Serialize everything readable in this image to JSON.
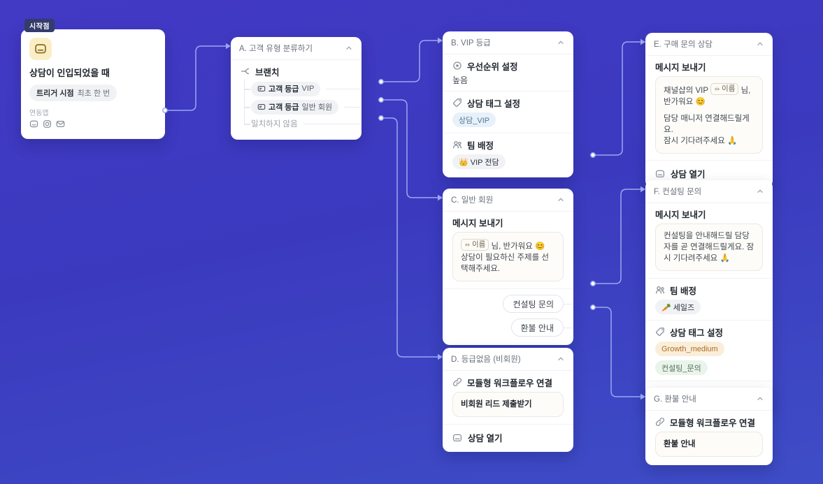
{
  "colors": {
    "background_top": "#4239c4",
    "background_bottom": "#3e4dc6",
    "wire": "#9aa7f4",
    "card": "#ffffff",
    "badge": "#343c6b",
    "start_icon_tile": "#fbeec6"
  },
  "labels": {
    "badge_start": "시작점",
    "trigger_label": "트리거 시점",
    "trigger_value": "최초 한 번",
    "apps_label": "연동앱",
    "message_send": "메시지 보내기",
    "open_chat": "상담 열기",
    "branch": "브랜치",
    "module_link": "모듈형 워크플로우 연결"
  },
  "start": {
    "title": "상담이 인입되었을 때",
    "app_icons": [
      "channel-chat-icon",
      "instagram-icon",
      "email-icon"
    ]
  },
  "nodes": {
    "a": {
      "title": "A. 고객 유형 분류하기",
      "branch1_label": "고객 등급",
      "branch1_value": "VIP",
      "branch2_label": "고객 등급",
      "branch2_value": "일반 회원",
      "branch3": "일치하지 않음"
    },
    "b": {
      "title": "B. VIP 등급",
      "priority_label": "우선순위 설정",
      "priority_value": "높음",
      "tag_label": "상담 태그 설정",
      "tag_chip": "상담_VIP",
      "team_label": "팀 배정",
      "team_chip": "👑 VIP 전담"
    },
    "c": {
      "title": "C. 일반 회원",
      "msg_var": "이름",
      "msg_line1": "님, 반가워요 😊",
      "msg_line2": "상담이 필요하신 주제를 선택해주세요.",
      "button1": "컨설팅 문의",
      "button2": "환불 안내"
    },
    "d": {
      "title": "D. 등급없음 (비회원)",
      "module_value": "비회원 리드 제출받기"
    },
    "e": {
      "title": "E. 구매 문의 상담",
      "msg_prefix": "채널샵의 VIP",
      "msg_var": "이름",
      "msg_suffix": "님, 반가워요 😊",
      "msg_line2": "담당 매니저 연결해드릴게요.",
      "msg_line3": "잠시 기다려주세요 🙏"
    },
    "f": {
      "title": "F. 컨설팅 문의",
      "msg_text": "컨설팅을 안내해드릴 담당자를 곧 연결해드릴게요. 잠시 기다려주세요 🙏",
      "team_label": "팀 배정",
      "team_chip": "🥕 세일즈",
      "tag_label": "상담 태그 설정",
      "tag_chip1": "Growth_medium",
      "tag_chip2": "컨설팅_문의"
    },
    "g": {
      "title": "G. 환불 안내",
      "module_value": "환불 안내"
    }
  }
}
